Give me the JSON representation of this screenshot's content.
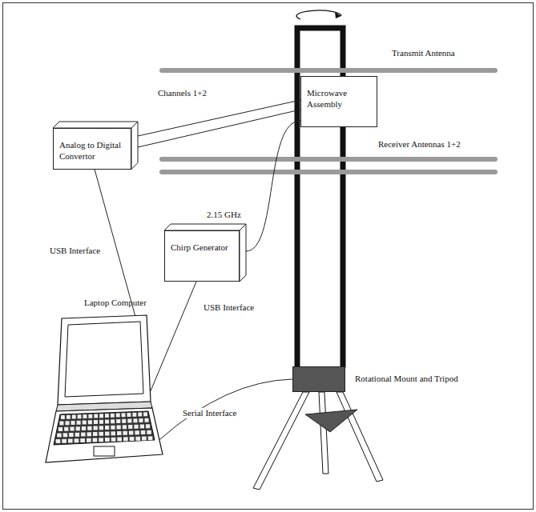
{
  "diagram": {
    "nodes": [
      {
        "text": [
          "Analog to Digital Convertor"
        ]
      },
      {
        "text": [
          "Microwave Assembly"
        ]
      },
      {
        "text": [
          "Chirp Generator"
        ]
      },
      {
        "text": [
          "Laptop Computer"
        ]
      },
      {
        "text": [
          "Rotational Mount and Tripod"
        ]
      }
    ],
    "edges": [
      {
        "from": 1,
        "to": 0,
        "arrow": "none",
        "label": "Channels 1+2"
      },
      {
        "from": 1,
        "to": 0,
        "arrow": "none"
      },
      {
        "from": 0,
        "to": 3,
        "arrow": "none",
        "label": "USB Interface"
      },
      {
        "from": 2,
        "to": 3,
        "arrow": "none",
        "label": "USB Interface"
      },
      {
        "from": 2,
        "to": 1,
        "arrow": "none",
        "label": "2.15 GHz"
      },
      {
        "from": 4,
        "to": 3,
        "arrow": "none",
        "label": "Serial Interface"
      }
    ],
    "labels": [
      "Transmit Antenna",
      "Receiver Antennas 1+2"
    ]
  }
}
